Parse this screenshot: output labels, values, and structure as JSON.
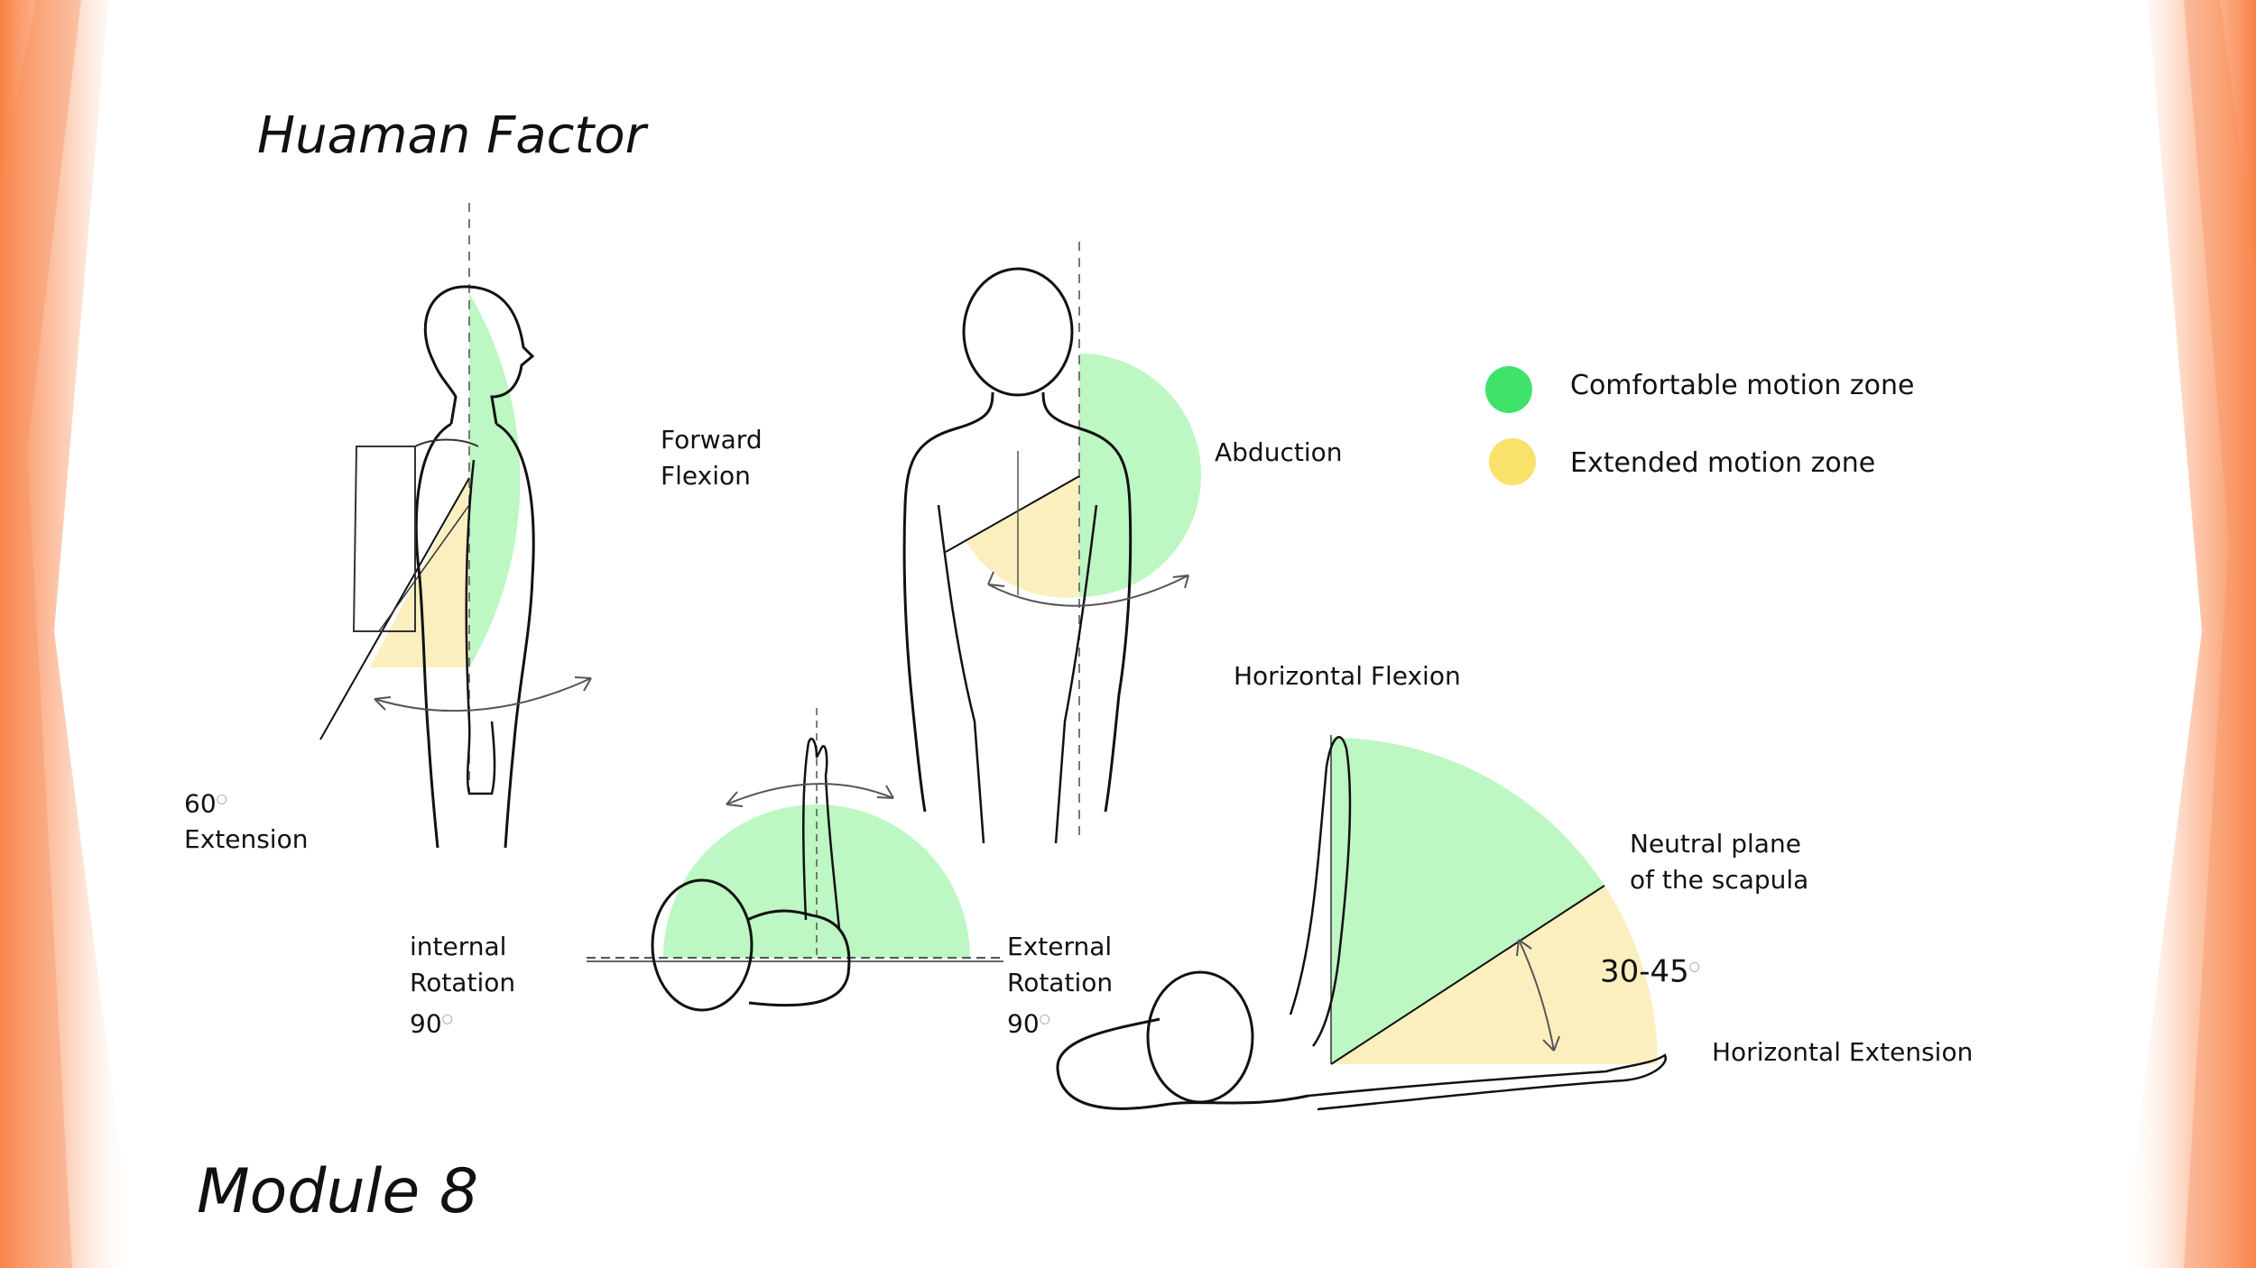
{
  "title": "Huaman Factor",
  "module": "Module 8",
  "legend": [
    {
      "label": "Comfortable motion zone",
      "color": "#3fe36a"
    },
    {
      "label": "Extended motion zone",
      "color": "#f9e26b"
    }
  ],
  "zone_colors": {
    "comfortable": "#bdf7c3",
    "extended": "#fbefbf"
  },
  "labels": {
    "forward_flexion": [
      "Forward",
      "Flexion"
    ],
    "extension": [
      "60",
      "Extension"
    ],
    "abduction": "Abduction",
    "internal_rotation": [
      "internal",
      "Rotation",
      "90"
    ],
    "external_rotation": [
      "External",
      "Rotation",
      "90"
    ],
    "horizontal_flexion": "Horizontal Flexion",
    "neutral_plane": [
      "Neutral plane",
      "of the scapula"
    ],
    "angle_range": "30-45",
    "horizontal_extension": "Horizontal Extension"
  },
  "icons": {
    "degree": "degree-symbol-icon",
    "rotation_arrow": "curved-double-arrow-icon"
  }
}
